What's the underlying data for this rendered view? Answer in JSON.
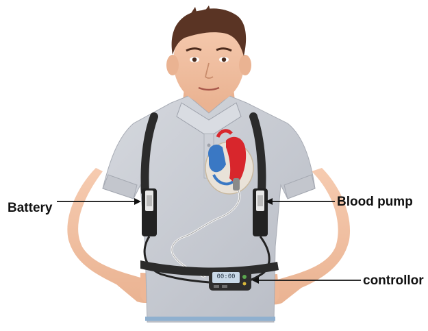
{
  "diagram": {
    "labels": {
      "battery": "Battery",
      "blood_pump": "Blood pump",
      "controller": "controllor"
    },
    "controller_display": "00:00"
  },
  "colors": {
    "shirt": "#c9ccd3",
    "skin": "#f3c4a6",
    "hair": "#5a3424",
    "strap": "#2b2b2b",
    "heart_red": "#d8262c",
    "heart_blue": "#3a78c4",
    "controller_screen": "#c9d9e8"
  }
}
